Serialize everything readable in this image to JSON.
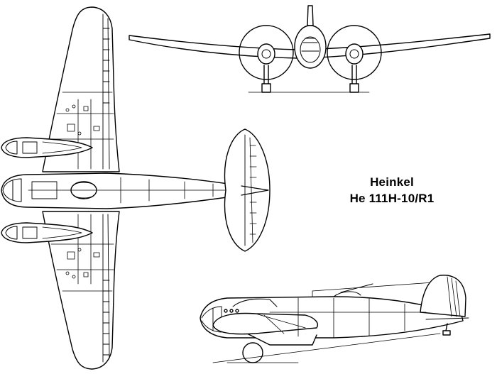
{
  "title": {
    "manufacturer": "Heinkel",
    "designation": "He 111H-10/R1"
  },
  "views": [
    "top-view",
    "front-view",
    "side-view"
  ],
  "colors": {
    "ink": "#000000",
    "paper": "#ffffff"
  }
}
